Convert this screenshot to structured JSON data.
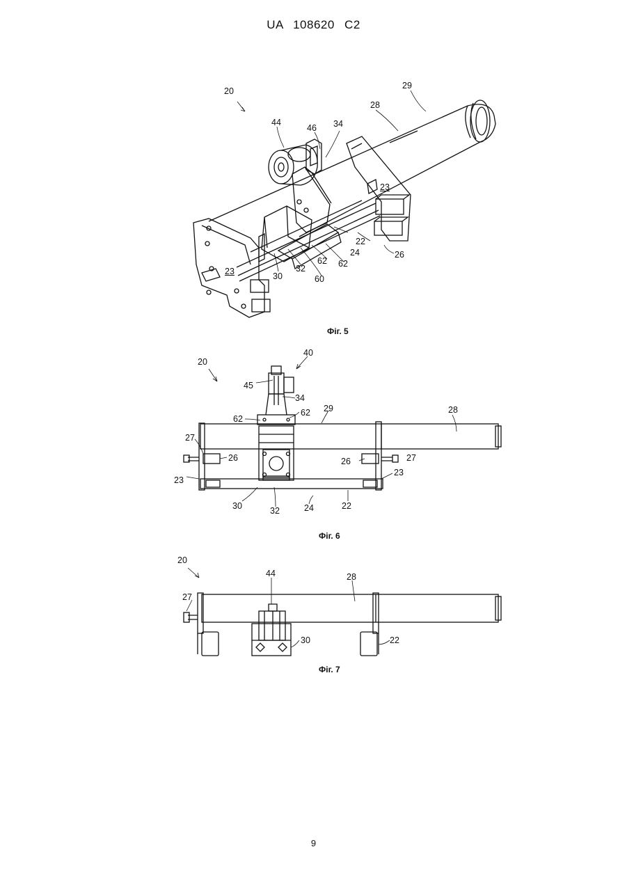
{
  "document": {
    "header": "UA 108620 C2",
    "page_number": "9"
  },
  "figures": [
    {
      "caption": "Фіг. 5",
      "labels": [
        "20",
        "29",
        "28",
        "44",
        "46",
        "34",
        "23",
        "22",
        "24",
        "26",
        "62",
        "62",
        "32",
        "30",
        "60",
        "23"
      ]
    },
    {
      "caption": "Фіг. 6",
      "labels": [
        "20",
        "40",
        "45",
        "34",
        "29",
        "28",
        "62",
        "62",
        "27",
        "26",
        "26",
        "27",
        "23",
        "23",
        "30",
        "32",
        "24",
        "22"
      ]
    },
    {
      "caption": "Фіг. 7",
      "labels": [
        "20",
        "44",
        "28",
        "27",
        "30",
        "22"
      ]
    }
  ]
}
